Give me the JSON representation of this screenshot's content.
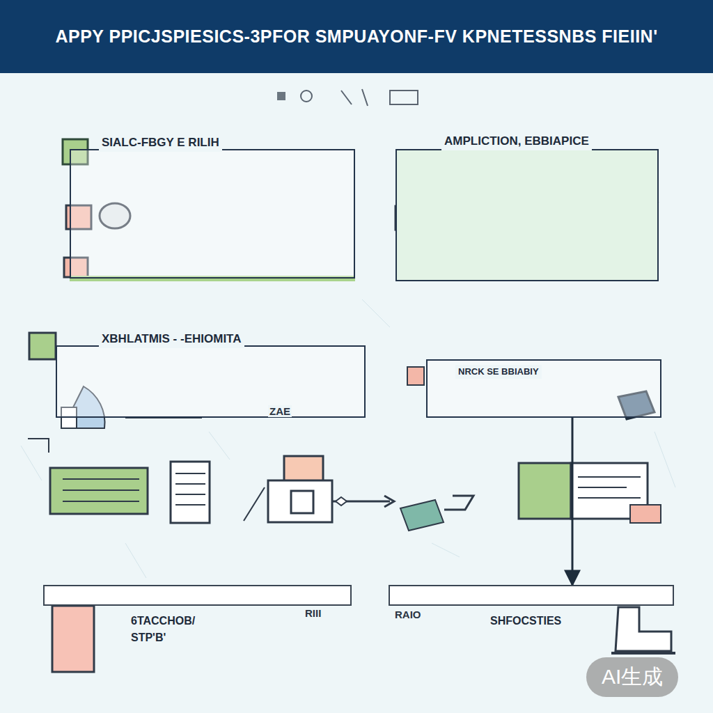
{
  "diagram": {
    "title": "APPY PPICJSPIESICS-3PFOR SMPUAYONF-FV KPNETESSNBS FIEIIN'",
    "nodes": [
      {
        "text": [
          "SIALC-FBGY E RILIH"
        ]
      },
      {
        "text": [
          "AMPLICTION, EBBIAPICE"
        ]
      },
      {
        "text": [
          "XBHLATMIS - -EHIOMITA"
        ]
      },
      {
        "text": [
          "NRCK SE BBIABIY"
        ]
      },
      {
        "text": [
          "6TACCHOB/ STP'B'"
        ]
      },
      {
        "text": [
          "SHFOCSTIES"
        ]
      }
    ],
    "edges": [
      {
        "from": 3,
        "to": 5,
        "arrow": "to"
      }
    ],
    "labels": [
      "RIII",
      "RAIO",
      "ZAE",
      "AI生成"
    ]
  }
}
